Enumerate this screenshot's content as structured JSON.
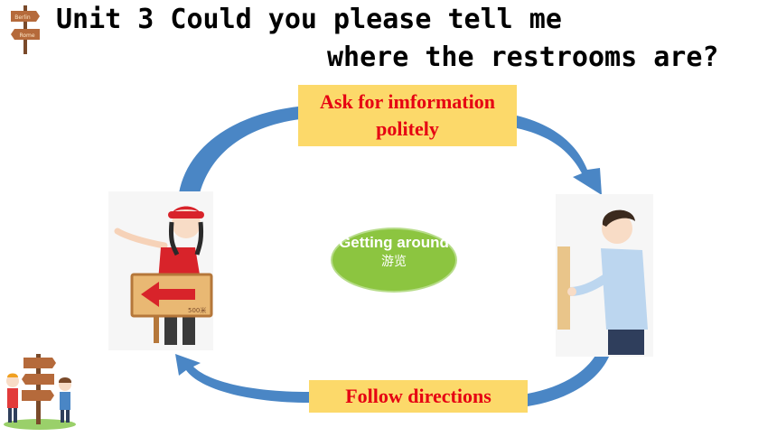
{
  "title": {
    "line1": "Unit 3 Could you please tell me",
    "line2": "where the restrooms are?"
  },
  "cycle": {
    "top_label": "Ask for imformation politely",
    "bottom_label": "Follow directions",
    "center_en": "Getting around",
    "center_zh": "游览"
  },
  "signpost": {
    "sign1": "Berlin",
    "sign2": "Rome"
  },
  "left_sign_text": "500米",
  "colors": {
    "arrow": "#4a86c5",
    "label_box": "#fcd96a",
    "label_text": "#e60012",
    "center_oval": "#8cc540"
  }
}
